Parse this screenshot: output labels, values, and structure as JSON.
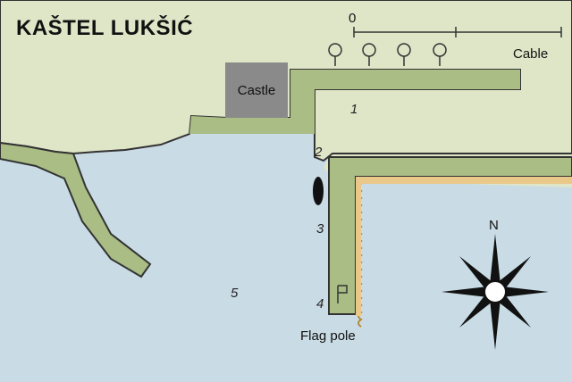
{
  "map": {
    "title": "KAŠTEL LUKŠIĆ",
    "scale": {
      "start_label": "0",
      "unit_label": "Cable"
    },
    "labels": {
      "castle": "Castle",
      "flag_pole": "Flag pole",
      "north": "N"
    },
    "numbers": [
      "1",
      "2",
      "3",
      "4",
      "5"
    ],
    "colors": {
      "land": "#dfe6c8",
      "pier": "#a9bd85",
      "water": "#c9dbe4",
      "castle": "#8a8a8a",
      "rocks": "#e9c88a"
    },
    "icons": [
      "tree-icon",
      "flag-icon",
      "compass-rose-icon",
      "buoy-icon"
    ]
  }
}
